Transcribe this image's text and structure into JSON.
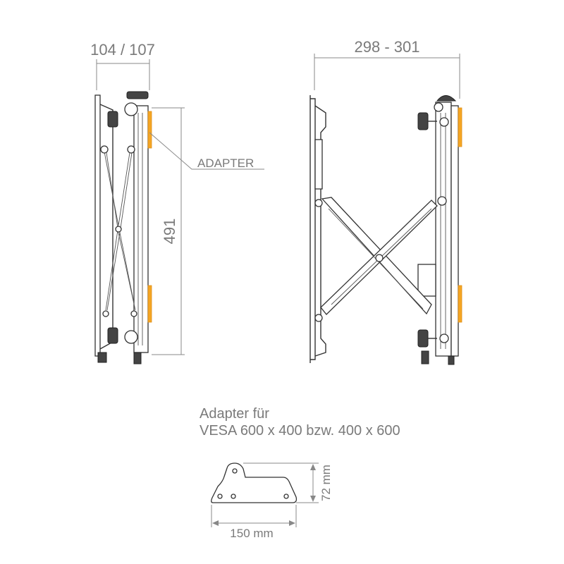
{
  "side_view": {
    "depth_label": "104 / 107",
    "height_label": "491",
    "adapter_label": "ADAPTER"
  },
  "front_view": {
    "width_label": "298 - 301"
  },
  "adapter_note": {
    "line1": "Adapter für",
    "line2": "VESA 600 x 400 bzw. 400 x 600",
    "width_label": "150 mm",
    "height_label": "72 mm"
  },
  "colors": {
    "accent": "#f5a623",
    "text": "#7a7a7a",
    "line": "#333333"
  }
}
